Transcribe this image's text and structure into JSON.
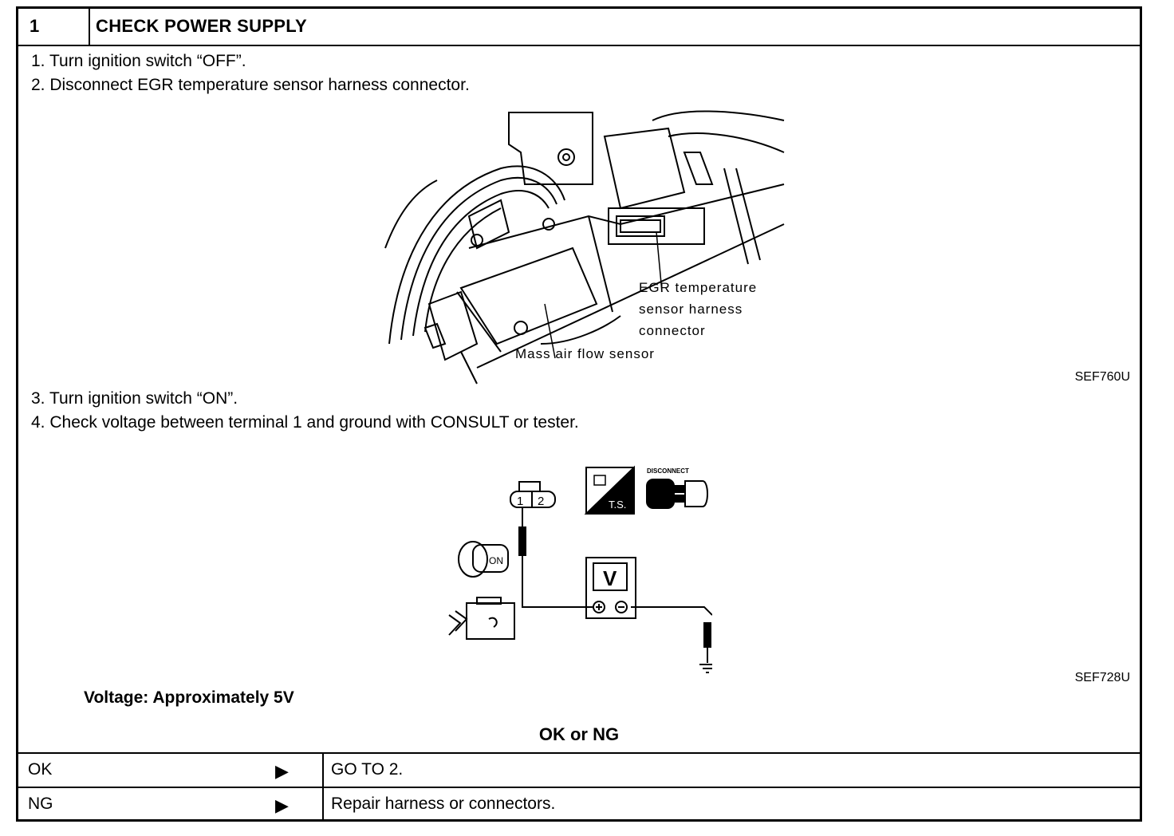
{
  "header": {
    "step_number": "1",
    "title": "CHECK POWER SUPPLY"
  },
  "steps": {
    "s1": "1.  Turn ignition switch “OFF”.",
    "s2": "2.  Disconnect EGR temperature sensor harness connector.",
    "s3": "3.  Turn ignition switch “ON”.",
    "s4": "4.  Check voltage between terminal 1 and ground with CONSULT or tester."
  },
  "figure1": {
    "code": "SEF760U",
    "callout_egr_l1": "EGR temperature",
    "callout_egr_l2": "sensor harness",
    "callout_egr_l3": "connector",
    "callout_maf": "Mass air flow sensor"
  },
  "figure2": {
    "code": "SEF728U",
    "terminal_1": "1",
    "terminal_2": "2",
    "meter_label": "V",
    "ts_label": "T.S.",
    "disconnect_label": "DISCONNECT",
    "key_label": "ON"
  },
  "spec": "Voltage: Approximately 5V",
  "result_heading": "OK or NG",
  "results": [
    {
      "label": "OK",
      "arrow": "▶",
      "action": "GO TO 2."
    },
    {
      "label": "NG",
      "arrow": "▶",
      "action": "Repair harness or connectors."
    }
  ]
}
